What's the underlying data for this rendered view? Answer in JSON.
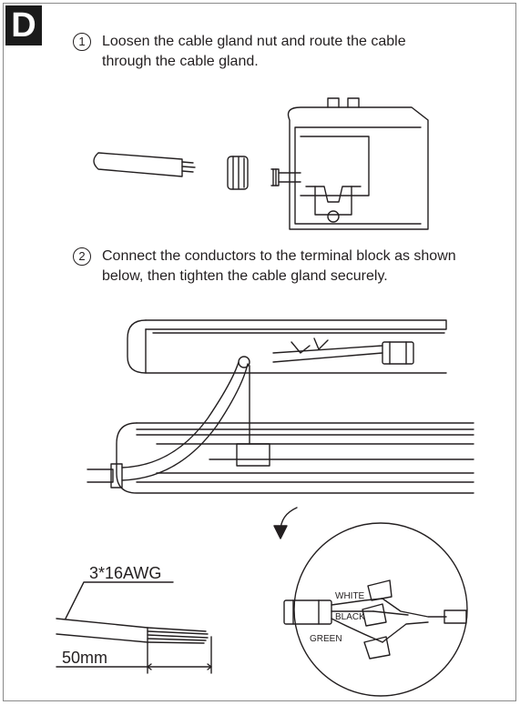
{
  "section_letter": "D",
  "steps": [
    {
      "number": "1",
      "text": "Loosen the cable gland nut and route the cable through the cable gland."
    },
    {
      "number": "2",
      "text": "Connect the conductors to the terminal block as shown below, then tighten the cable gland securely."
    }
  ],
  "cable_label": "3*16AWG",
  "strip_length": "50mm",
  "wire_labels": {
    "white": "WHITE",
    "black": "BLACK",
    "green": "GREEN"
  }
}
